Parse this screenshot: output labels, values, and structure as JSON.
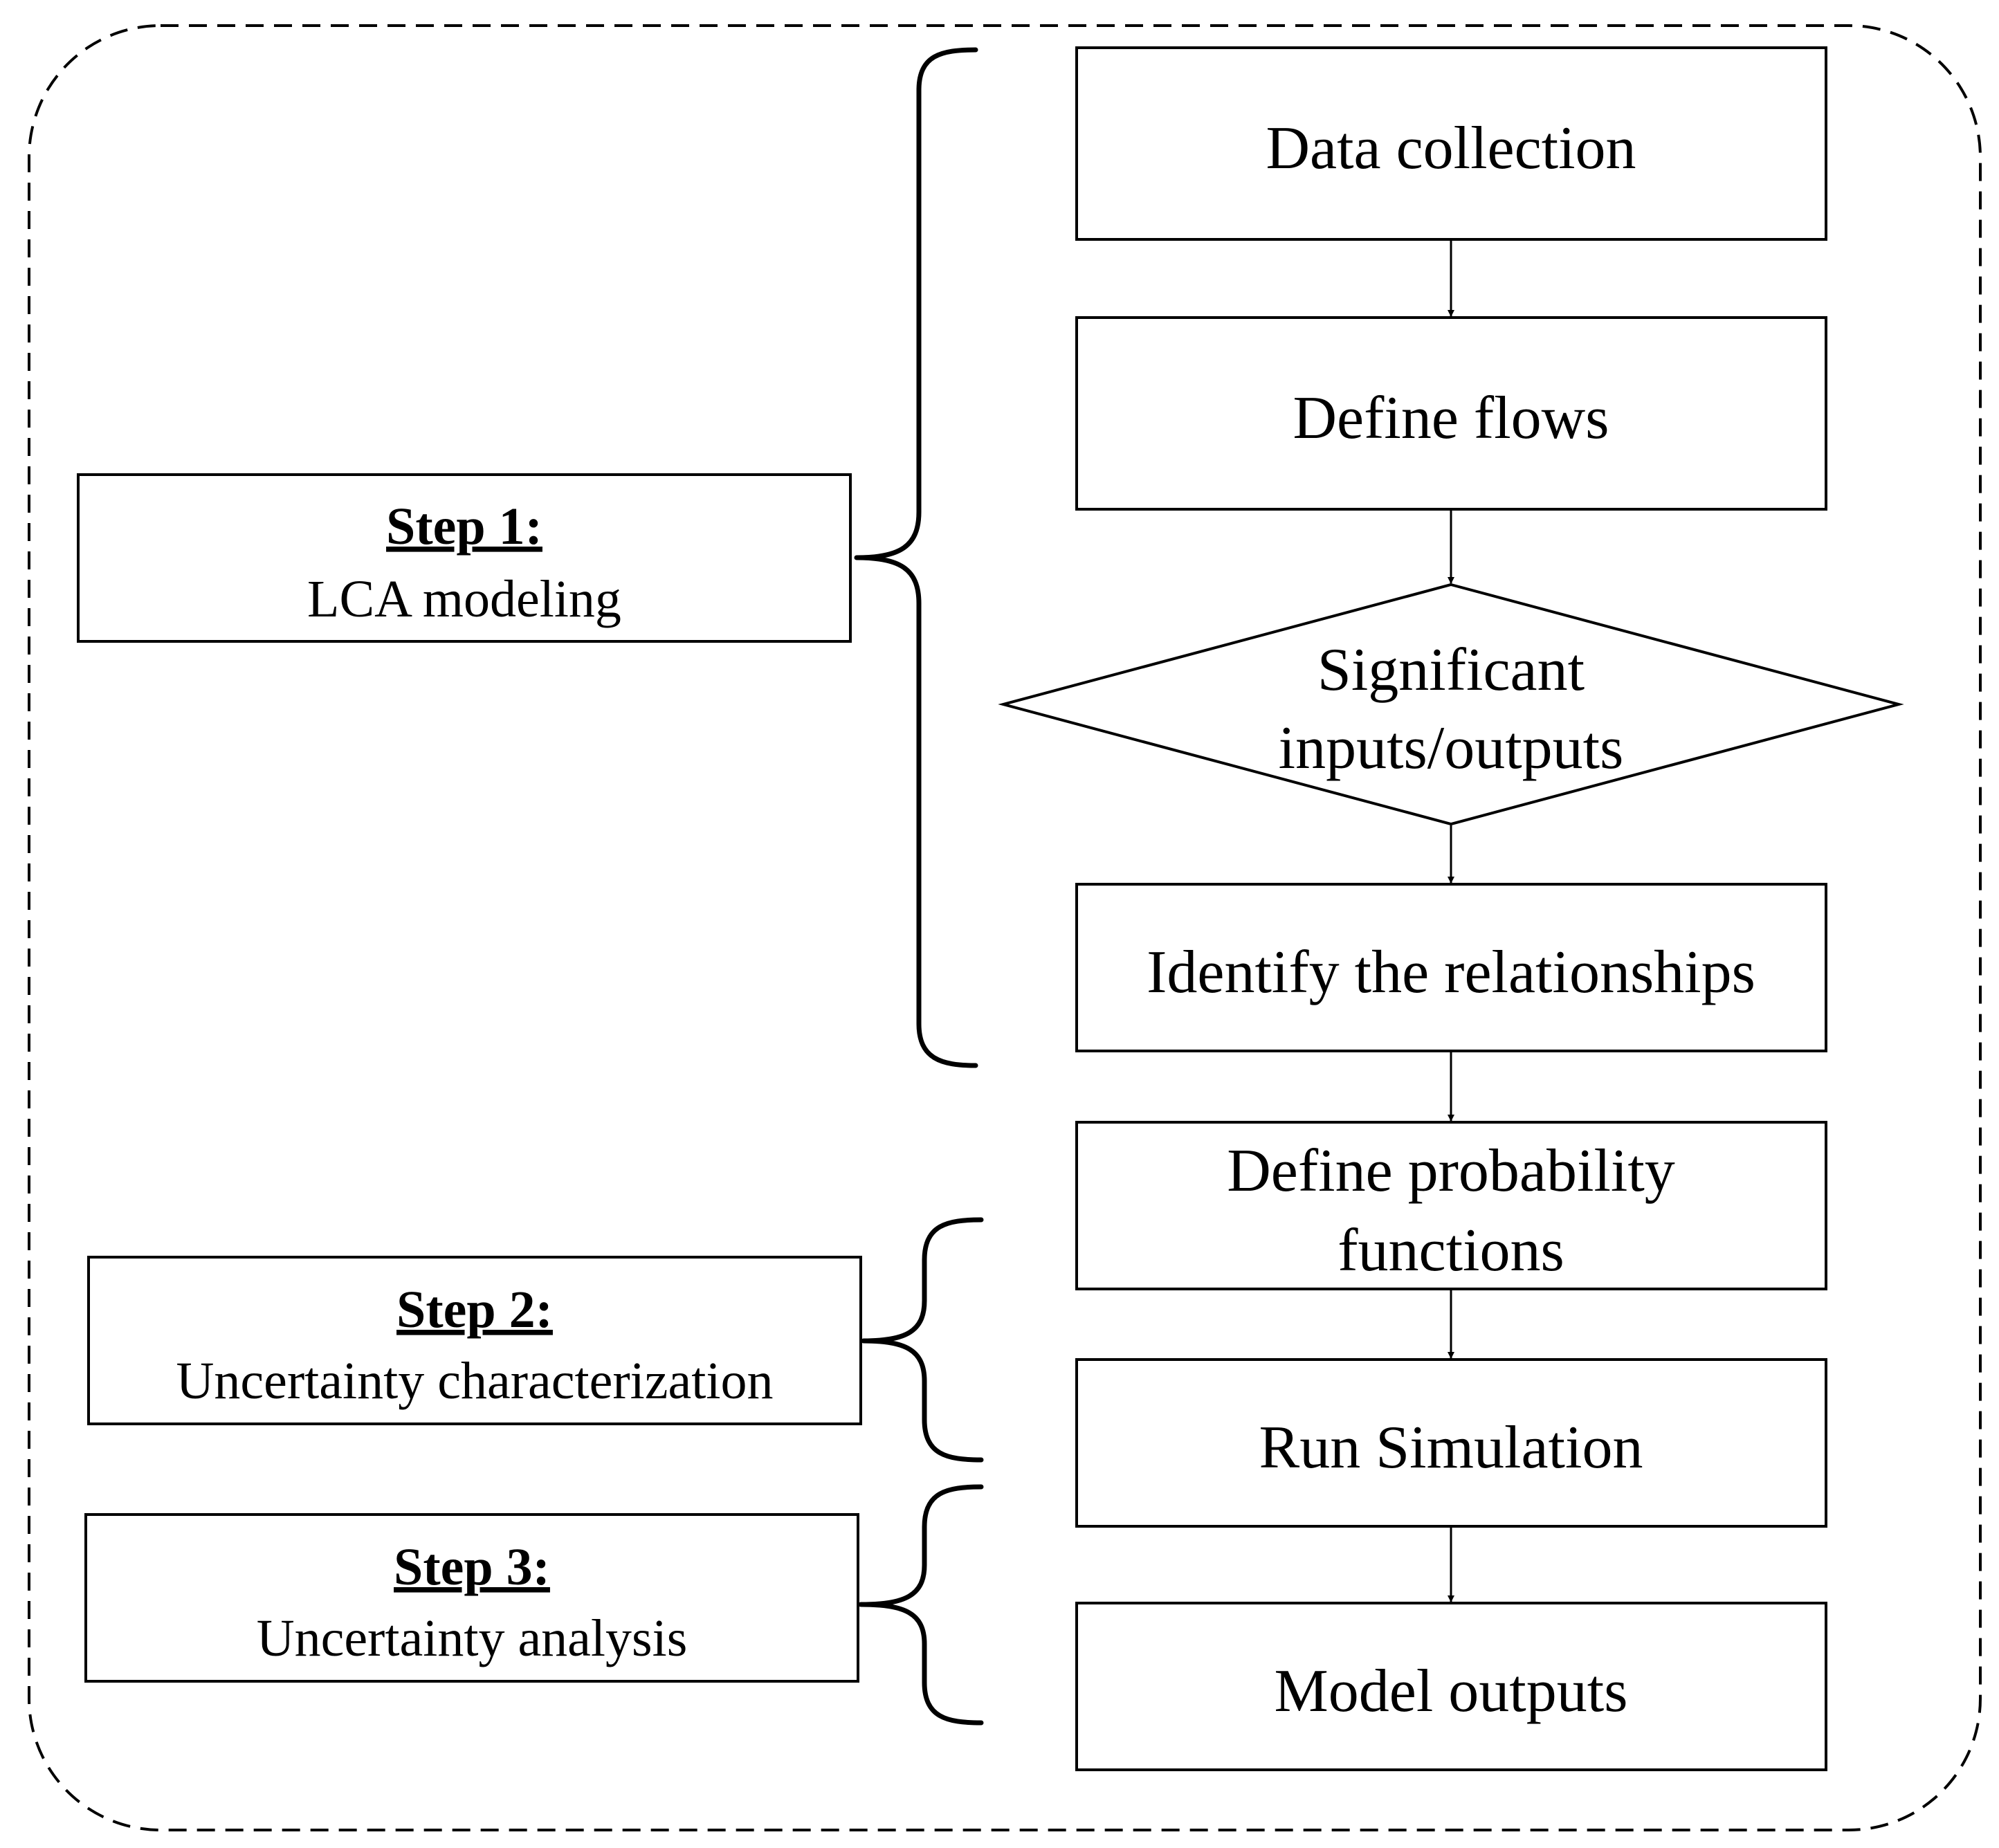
{
  "steps": [
    {
      "title": "Step 1:",
      "subtitle": "LCA modeling"
    },
    {
      "title": "Step 2:",
      "subtitle": "Uncertainty characterization"
    },
    {
      "title": "Step 3:",
      "subtitle": "Uncertainty analysis"
    }
  ],
  "nodes": {
    "data_collection": "Data collection",
    "define_flows": "Define flows",
    "significant_line1": "Significant",
    "significant_line2": "inputs/outputs",
    "identify_relationships": "Identify the relationships",
    "probability_line1": "Define probability",
    "probability_line2": "functions",
    "run_simulation": "Run Simulation",
    "model_outputs": "Model outputs"
  }
}
